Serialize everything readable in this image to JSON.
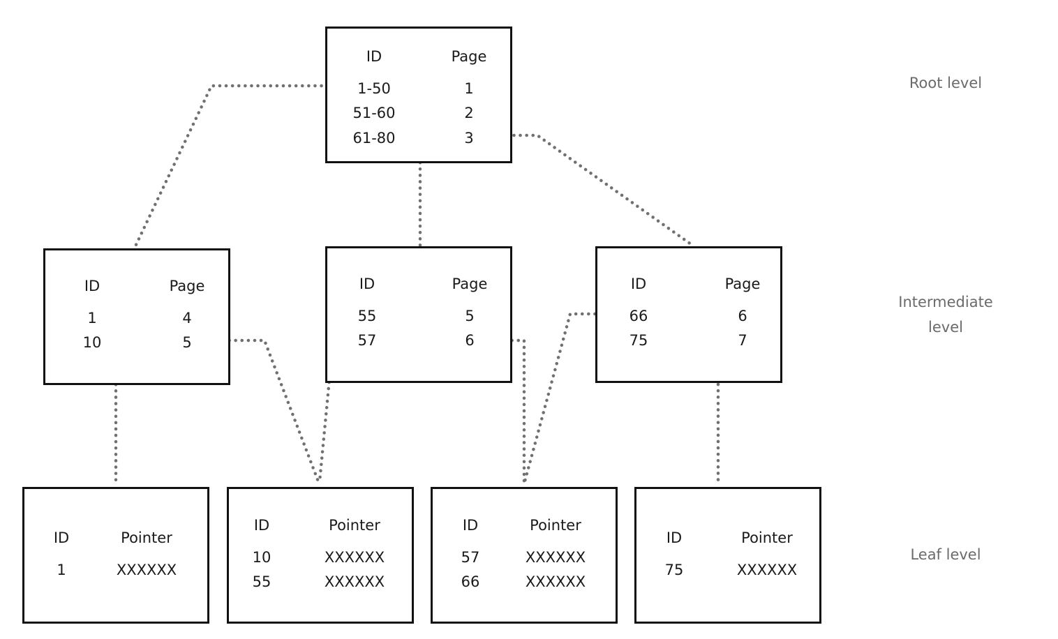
{
  "root": {
    "headers": [
      "ID",
      "Page"
    ],
    "rows": [
      [
        "1-50",
        "1"
      ],
      [
        "51-60",
        "2"
      ],
      [
        "61-80",
        "3"
      ]
    ]
  },
  "intermediate": [
    {
      "headers": [
        "ID",
        "Page"
      ],
      "rows": [
        [
          "1",
          "4"
        ],
        [
          "10",
          "5"
        ]
      ]
    },
    {
      "headers": [
        "ID",
        "Page"
      ],
      "rows": [
        [
          "55",
          "5"
        ],
        [
          "57",
          "6"
        ]
      ]
    },
    {
      "headers": [
        "ID",
        "Page"
      ],
      "rows": [
        [
          "66",
          "6"
        ],
        [
          "75",
          "7"
        ]
      ]
    }
  ],
  "leaves": [
    {
      "headers": [
        "ID",
        "Pointer"
      ],
      "rows": [
        [
          "1",
          "XXXXXX"
        ]
      ]
    },
    {
      "headers": [
        "ID",
        "Pointer"
      ],
      "rows": [
        [
          "10",
          "XXXXXX"
        ],
        [
          "55",
          "XXXXXX"
        ]
      ]
    },
    {
      "headers": [
        "ID",
        "Pointer"
      ],
      "rows": [
        [
          "57",
          "XXXXXX"
        ],
        [
          "66",
          "XXXXXX"
        ]
      ]
    },
    {
      "headers": [
        "ID",
        "Pointer"
      ],
      "rows": [
        [
          "75",
          "XXXXXX"
        ]
      ]
    }
  ],
  "levels": {
    "root": "Root level",
    "intermediate_line1": "Intermediate",
    "intermediate_line2": "level",
    "leaf": "Leaf level"
  },
  "colors": {
    "border": "#111111",
    "link": "#707070",
    "level_label": "#6b6b6b"
  }
}
